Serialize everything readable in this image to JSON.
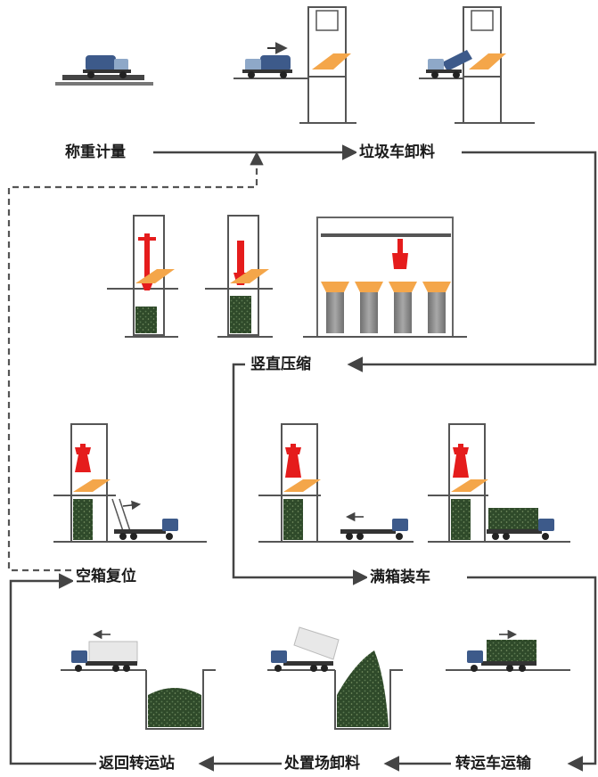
{
  "steps": {
    "weigh": "称重计量",
    "truck_unload": "垃圾车卸料",
    "vertical_compress": "竖直压缩",
    "empty_box_reset": "空箱复位",
    "full_box_load": "满箱装车",
    "transfer_transport": "转运车运输",
    "disposal_unload": "处置场卸料",
    "return_station": "返回转运站"
  },
  "colors": {
    "flow_line": "#444444",
    "dashed_line": "#555555",
    "ram_red": "#e51c1c",
    "hopper_orange": "#f4a64a",
    "waste_green": "#2f4a2a",
    "container_grey": "#8a8a8a",
    "truck_cab_blue": "#3d5a8a",
    "ground": "#555555"
  }
}
